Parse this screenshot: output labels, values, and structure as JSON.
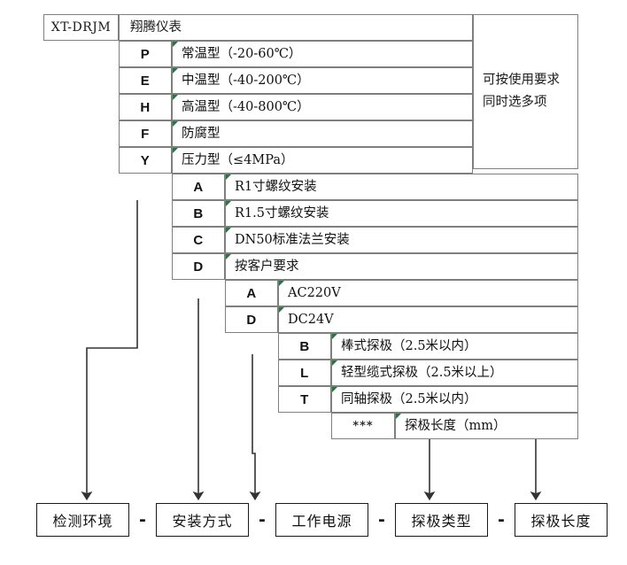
{
  "diagram": {
    "title_row": {
      "model_code": "XT-DRJM",
      "brand": "翔腾仪表",
      "side_note": "可按使用要求\n同时选多项",
      "side_note_line1": "可按使用要求",
      "side_note_line2": "同时选多项"
    },
    "groups": [
      {
        "key": "detect-environment",
        "rows": [
          {
            "code": "P",
            "desc": "常温型（-20-60℃）"
          },
          {
            "code": "E",
            "desc": "中温型（-40-200℃）"
          },
          {
            "code": "H",
            "desc": "高温型（-40-800℃）"
          },
          {
            "code": "F",
            "desc": "防腐型"
          },
          {
            "code": "Y",
            "desc": "压力型（≤4MPa）"
          }
        ]
      },
      {
        "key": "installation-method",
        "rows": [
          {
            "code": "A",
            "desc": "R1寸螺纹安装"
          },
          {
            "code": "B",
            "desc": "R1.5寸螺纹安装"
          },
          {
            "code": "C",
            "desc": "DN50标准法兰安装"
          },
          {
            "code": "D",
            "desc": "按客户要求"
          }
        ]
      },
      {
        "key": "power-supply",
        "rows": [
          {
            "code": "A",
            "desc": "AC220V"
          },
          {
            "code": "D",
            "desc": "DC24V"
          }
        ]
      },
      {
        "key": "probe-type",
        "rows": [
          {
            "code": "B",
            "desc": "棒式探极（2.5米以内）"
          },
          {
            "code": "L",
            "desc": "轻型缆式探极（2.5米以上）"
          },
          {
            "code": "T",
            "desc": "同轴探极（2.5米以内）"
          }
        ]
      },
      {
        "key": "probe-length",
        "rows": [
          {
            "code": "***",
            "desc": "探极长度（mm）"
          }
        ]
      }
    ],
    "legend_boxes": [
      {
        "key": "detect-environment",
        "label": "检测环境"
      },
      {
        "key": "installation-method",
        "label": "安装方式"
      },
      {
        "key": "power-supply",
        "label": "工作电源"
      },
      {
        "key": "probe-type",
        "label": "探极类型"
      },
      {
        "key": "probe-length",
        "label": "探极长度"
      }
    ],
    "separators": [
      "-",
      "-",
      "-",
      "-"
    ],
    "colors": {
      "grid_line": "#7f7f7f",
      "box_line": "#1a1a1a",
      "connector": "#333333",
      "marker": "#1f7a3d",
      "text": "#111111",
      "background": "#ffffff"
    }
  }
}
